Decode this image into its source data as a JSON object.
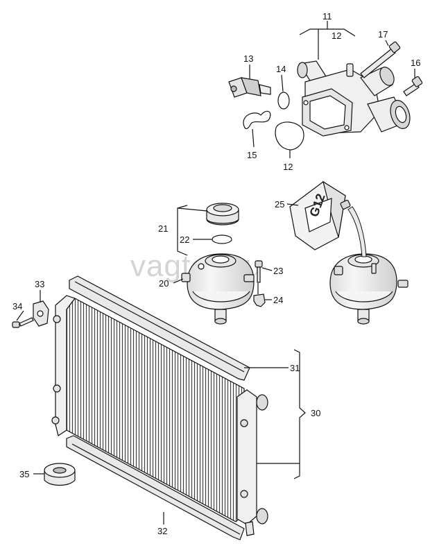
{
  "watermark": "vagtec.ru",
  "callouts": {
    "c11": "11",
    "c12a": "12",
    "c12b": "12",
    "c13": "13",
    "c14": "14",
    "c15": "15",
    "c16": "16",
    "c17": "17",
    "c20": "20",
    "c21": "21",
    "c22": "22",
    "c23": "23",
    "c24": "24",
    "c25": "25",
    "c30": "30",
    "c31": "31",
    "c32": "32",
    "c33": "33",
    "c34": "34",
    "c35": "35"
  },
  "canister_label": "G12",
  "colors": {
    "line": "#111111",
    "fill_light": "#f2f2f2",
    "fill_mid": "#e2e2e2",
    "fill_dark": "#c8c8c8",
    "watermark": "#d4d4d4"
  }
}
